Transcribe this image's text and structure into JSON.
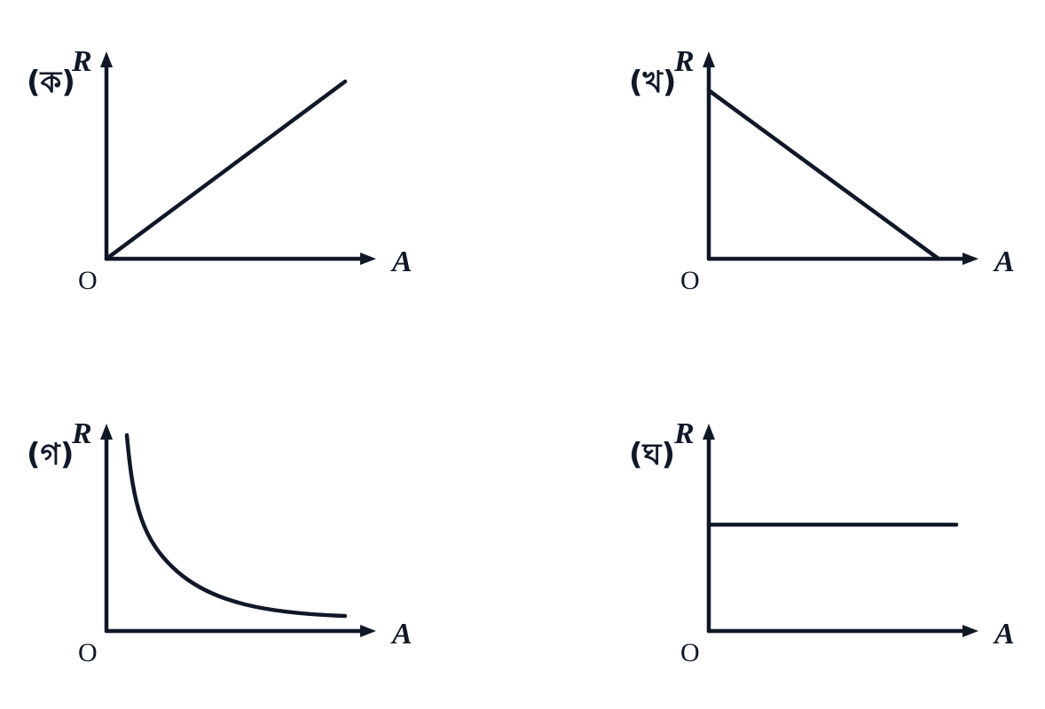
{
  "graphs": [
    {
      "label": "(ক)",
      "y_axis": "R",
      "x_axis": "A",
      "origin": "O",
      "relation": "increasing-linear"
    },
    {
      "label": "(খ)",
      "y_axis": "R",
      "x_axis": "A",
      "origin": "O",
      "relation": "decreasing-linear"
    },
    {
      "label": "(গ)",
      "y_axis": "R",
      "x_axis": "A",
      "origin": "O",
      "relation": "inverse-curve"
    },
    {
      "label": "(ঘ)",
      "y_axis": "R",
      "x_axis": "A",
      "origin": "O",
      "relation": "constant"
    }
  ],
  "colors": {
    "ink": "#101828",
    "background": "#ffffff"
  }
}
